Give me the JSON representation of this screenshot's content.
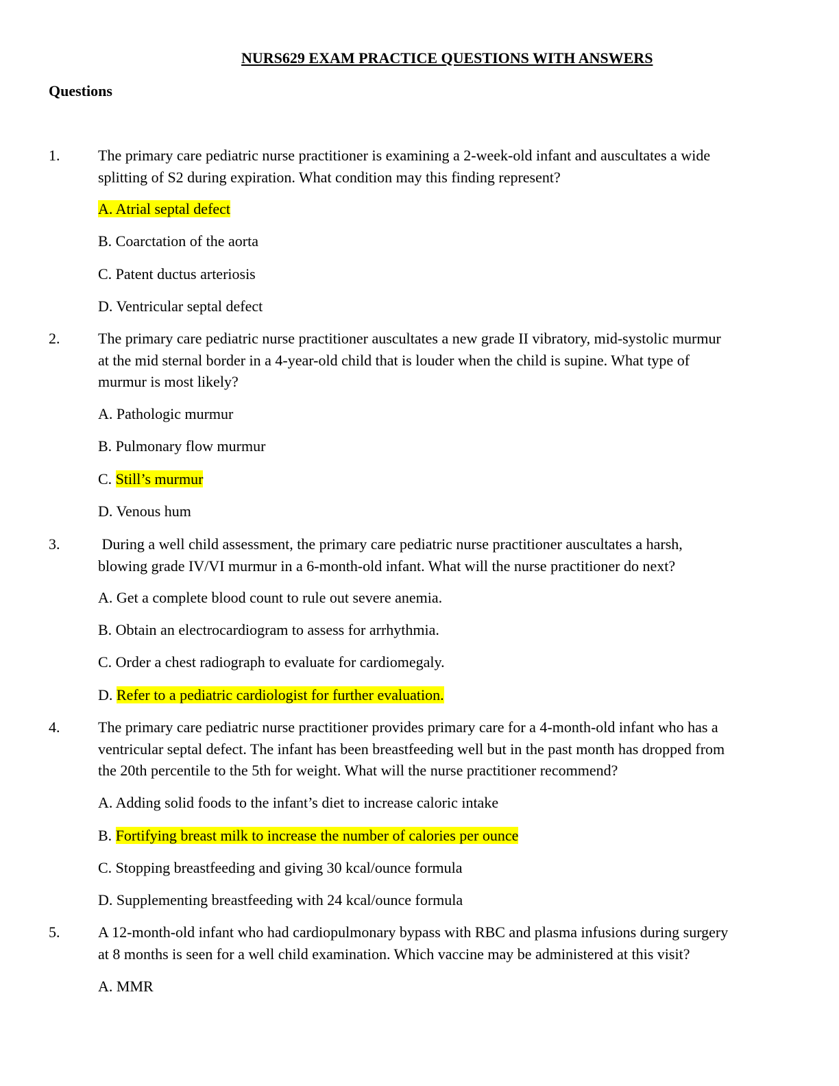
{
  "title": "NURS629 EXAM PRACTICE QUESTIONS WITH ANSWERS",
  "section_heading": "Questions",
  "highlight_color": "#ffff00",
  "questions": [
    {
      "number": "1.",
      "lines": [
        "The primary care pediatric nurse practitioner is examining a 2-week-old infant and auscultates a wide",
        "splitting of S2 during expiration. What condition may this finding represent?"
      ],
      "options": [
        {
          "letter": "",
          "text": "A. Atrial septal defect",
          "highlighted": true
        },
        {
          "letter": "",
          "text": "B. Coarctation of the aorta",
          "highlighted": false
        },
        {
          "letter": "",
          "text": "C. Patent ductus arteriosis",
          "highlighted": false
        },
        {
          "letter": "",
          "text": "D. Ventricular septal defect",
          "highlighted": false
        }
      ]
    },
    {
      "number": "2.",
      "lines": [
        "The primary care pediatric nurse practitioner auscultates a new grade II vibratory, mid-systolic murmur",
        "at the mid sternal border in a 4-year-old child that is louder when the child is supine. What type of",
        "murmur is most likely?"
      ],
      "options": [
        {
          "letter": "",
          "text": "A. Pathologic murmur",
          "highlighted": false
        },
        {
          "letter": "",
          "text": "B. Pulmonary flow murmur",
          "highlighted": false
        },
        {
          "letter": "C. ",
          "text": "Still’s murmur",
          "highlighted": true
        },
        {
          "letter": "",
          "text": "D. Venous hum",
          "highlighted": false
        }
      ]
    },
    {
      "number": "3.",
      "lines": [
        " During a well child assessment, the primary care pediatric nurse practitioner auscultates a harsh,",
        "blowing grade IV/VI murmur in a 6-month-old infant. What will the nurse practitioner do next?"
      ],
      "options": [
        {
          "letter": "",
          "text": "A. Get a complete blood count to rule out severe anemia.",
          "highlighted": false
        },
        {
          "letter": "",
          "text": "B. Obtain an electrocardiogram to assess for arrhythmia.",
          "highlighted": false
        },
        {
          "letter": "",
          "text": "C. Order a chest radiograph to evaluate for cardiomegaly.",
          "highlighted": false
        },
        {
          "letter": "D. ",
          "text": "Refer to a pediatric cardiologist for further evaluation.",
          "highlighted": true
        }
      ]
    },
    {
      "number": "4.",
      "lines": [
        "The primary care pediatric nurse practitioner provides primary care for a 4-month-old infant who has a",
        "ventricular septal defect. The infant has been breastfeeding well but in the past month has dropped from",
        "the 20th percentile to the 5th for weight. What will the nurse practitioner recommend?"
      ],
      "options": [
        {
          "letter": "",
          "text": "A. Adding solid foods to the infant’s diet to increase caloric intake",
          "highlighted": false
        },
        {
          "letter": "B. ",
          "text": "Fortifying breast milk to increase the number of calories per ounce",
          "highlighted": true
        },
        {
          "letter": "",
          "text": "C. Stopping breastfeeding and giving 30 kcal/ounce formula",
          "highlighted": false
        },
        {
          "letter": "",
          "text": "D. Supplementing breastfeeding with 24 kcal/ounce formula",
          "highlighted": false
        }
      ]
    },
    {
      "number": "5.",
      "lines": [
        "A 12-month-old infant who had cardiopulmonary bypass with RBC and plasma infusions during surgery",
        "at 8 months is seen for a well child examination. Which vaccine may be administered at this visit?"
      ],
      "options": [
        {
          "letter": "",
          "text": "A. MMR",
          "highlighted": false
        }
      ]
    }
  ]
}
